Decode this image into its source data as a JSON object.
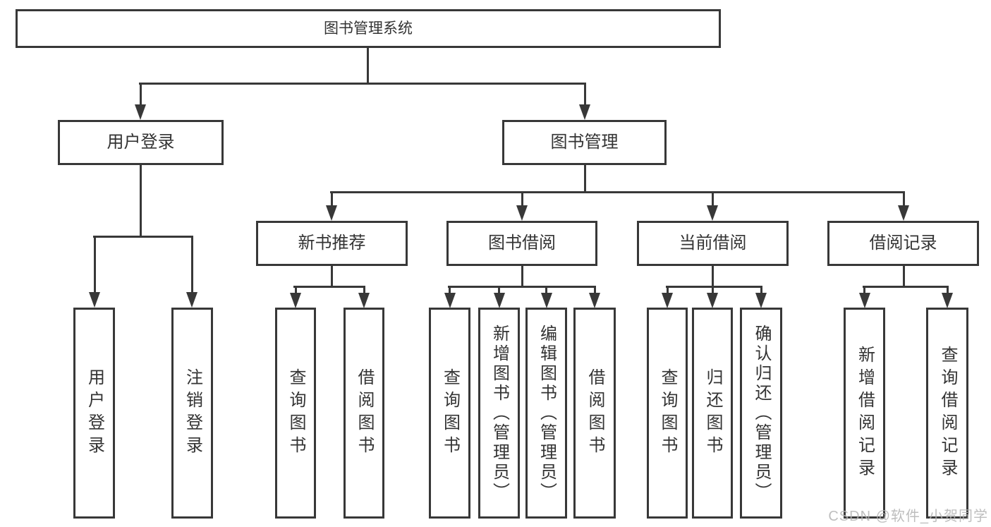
{
  "diagram": {
    "root": {
      "label": "图书管理系统"
    },
    "branches": [
      {
        "label": "用户登录",
        "children": [
          "用户登录",
          "注销登录"
        ]
      },
      {
        "label": "图书管理",
        "sections": [
          {
            "label": "新书推荐",
            "children": [
              "查询图书",
              "借阅图书"
            ]
          },
          {
            "label": "图书借阅",
            "children": [
              "查询图书",
              "新增图书（管理员）",
              "编辑图书（管理员）",
              "借阅图书"
            ]
          },
          {
            "label": "当前借阅",
            "children": [
              "查询图书",
              "归还图书",
              "确认归还（管理员）"
            ]
          },
          {
            "label": "借阅记录",
            "children": [
              "新增借阅记录",
              "查询借阅记录"
            ]
          }
        ]
      }
    ]
  },
  "watermark": {
    "text": "CSDN @软件_小贺同学"
  },
  "colors": {
    "line": "#383838",
    "border": "#383838",
    "text": "#333333",
    "bg": "#ffffff",
    "watermark": "#b3b3b3"
  }
}
